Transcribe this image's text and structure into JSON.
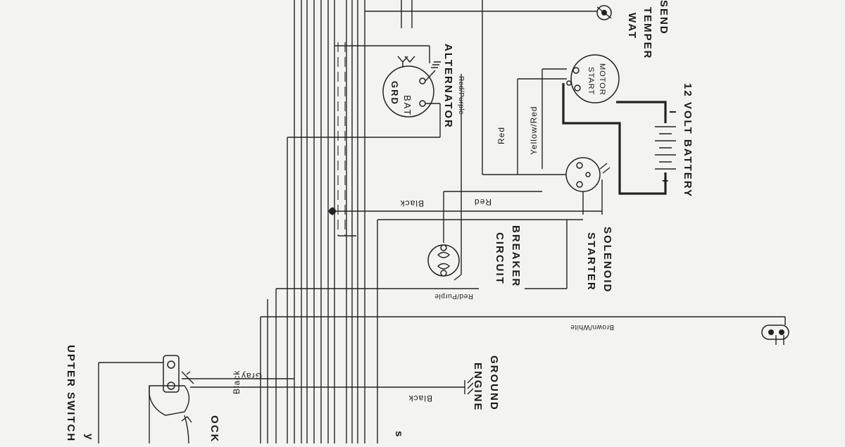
{
  "diagram": {
    "labels": {
      "water_temp_1": "WAT",
      "water_temp_2": "TEMPER",
      "water_temp_3": "SEND",
      "start_motor_1": "START",
      "start_motor_2": "MOTOR",
      "battery": "12 VOLT BATTERY",
      "alternator": "ALTERNATOR",
      "alt_bat": "BAT",
      "alt_grd": "GRD",
      "circuit_breaker_1": "CIRCUIT",
      "circuit_breaker_2": "BREAKER",
      "starter_solenoid_1": "STARTER",
      "starter_solenoid_2": "SOLENOID",
      "engine_ground_1": "ENGINE",
      "engine_ground_2": "GROUND",
      "interrupter_switch": "UPTER SWITCH",
      "lock": "OCK",
      "partial_y": "y",
      "partial_s": "s"
    },
    "wires": {
      "red_purple_vertical": "Red/Purple",
      "red_vertical": "Red",
      "yellow_red": "Yellow/Red",
      "black_top": "Black",
      "red_mid": "Red",
      "red_purple_horizontal": "Red/Purple",
      "brown_white": "Brown/White",
      "gray": "Gray",
      "black_switch": "Black",
      "black_ground": "Black"
    },
    "battery_terminals": {
      "negative": "−",
      "positive": "+"
    }
  }
}
